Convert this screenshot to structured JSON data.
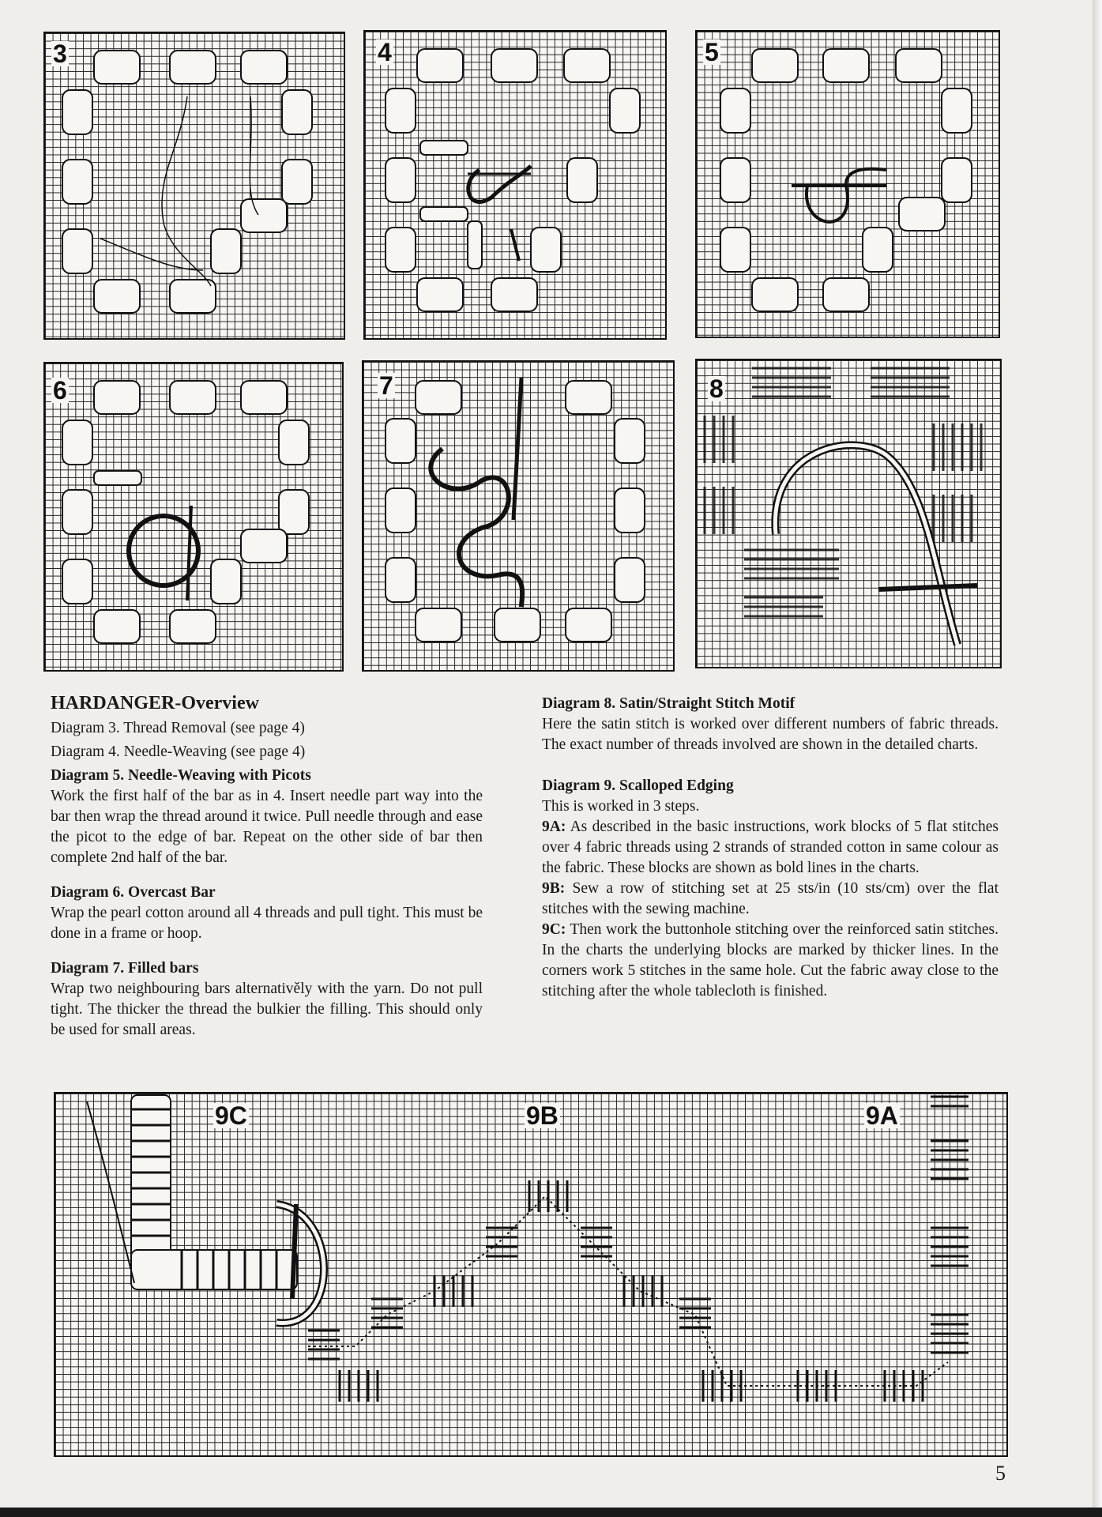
{
  "diagrams": {
    "d3": "3",
    "d4": "4",
    "d5": "5",
    "d6": "6",
    "d7": "7",
    "d8": "8",
    "d9c": "9C",
    "d9b": "9B",
    "d9a": "9A"
  },
  "left_column": {
    "title": "HARDANGER-Overview",
    "line1": "Diagram 3. Thread Removal (see page 4)",
    "line2": "Diagram 4. Needle-Weaving (see page 4)",
    "d5_heading": "Diagram 5. Needle-Weaving with Picots",
    "d5_body": "Work the first half of the bar as in 4. Insert needle part way into the bar then wrap the thread around it twice. Pull needle through and ease the picot to the edge of bar. Repeat on the other side of bar then complete 2nd half of the bar.",
    "d6_heading": "Diagram 6. Overcast Bar",
    "d6_body": "Wrap the pearl cotton around all 4 threads and pull tight. This must be done in a frame or hoop.",
    "d7_heading": "Diagram 7. Filled bars",
    "d7_body": "Wrap two neighbouring bars alternativěly with the yarn. Do not pull tight. The thicker the thread the bulkier the filling. This should only be used for small areas."
  },
  "right_column": {
    "d8_heading": "Diagram 8. Satin/Straight Stitch Motif",
    "d8_body": "Here the satin stitch is worked over different numbers of fabric threads. The exact number of threads involved are shown in the detailed charts.",
    "d9_heading": "Diagram 9. Scalloped Edging",
    "d9_intro": "This is worked in 3 steps.",
    "d9a_label": "9A:",
    "d9a_body": "As described in the basic instructions, work blocks of 5 flat stitches over 4 fabric threads using 2 strands of stranded cotton in same colour as the fabric. These blocks are shown as bold lines in the charts.",
    "d9b_label": "9B:",
    "d9b_body": "Sew a row of stitching set at 25 sts/in (10 sts/cm) over the flat stitches with the sewing machine.",
    "d9c_label": "9C:",
    "d9c_body": "Then work the buttonhole stitching over the reinforced satin stitches. In the charts the underlying blocks are marked by thicker lines. In the corners work 5 stitches in the same hole. Cut the fabric away close to the stitching after the whole tablecloth is finished."
  },
  "page_number": "5"
}
